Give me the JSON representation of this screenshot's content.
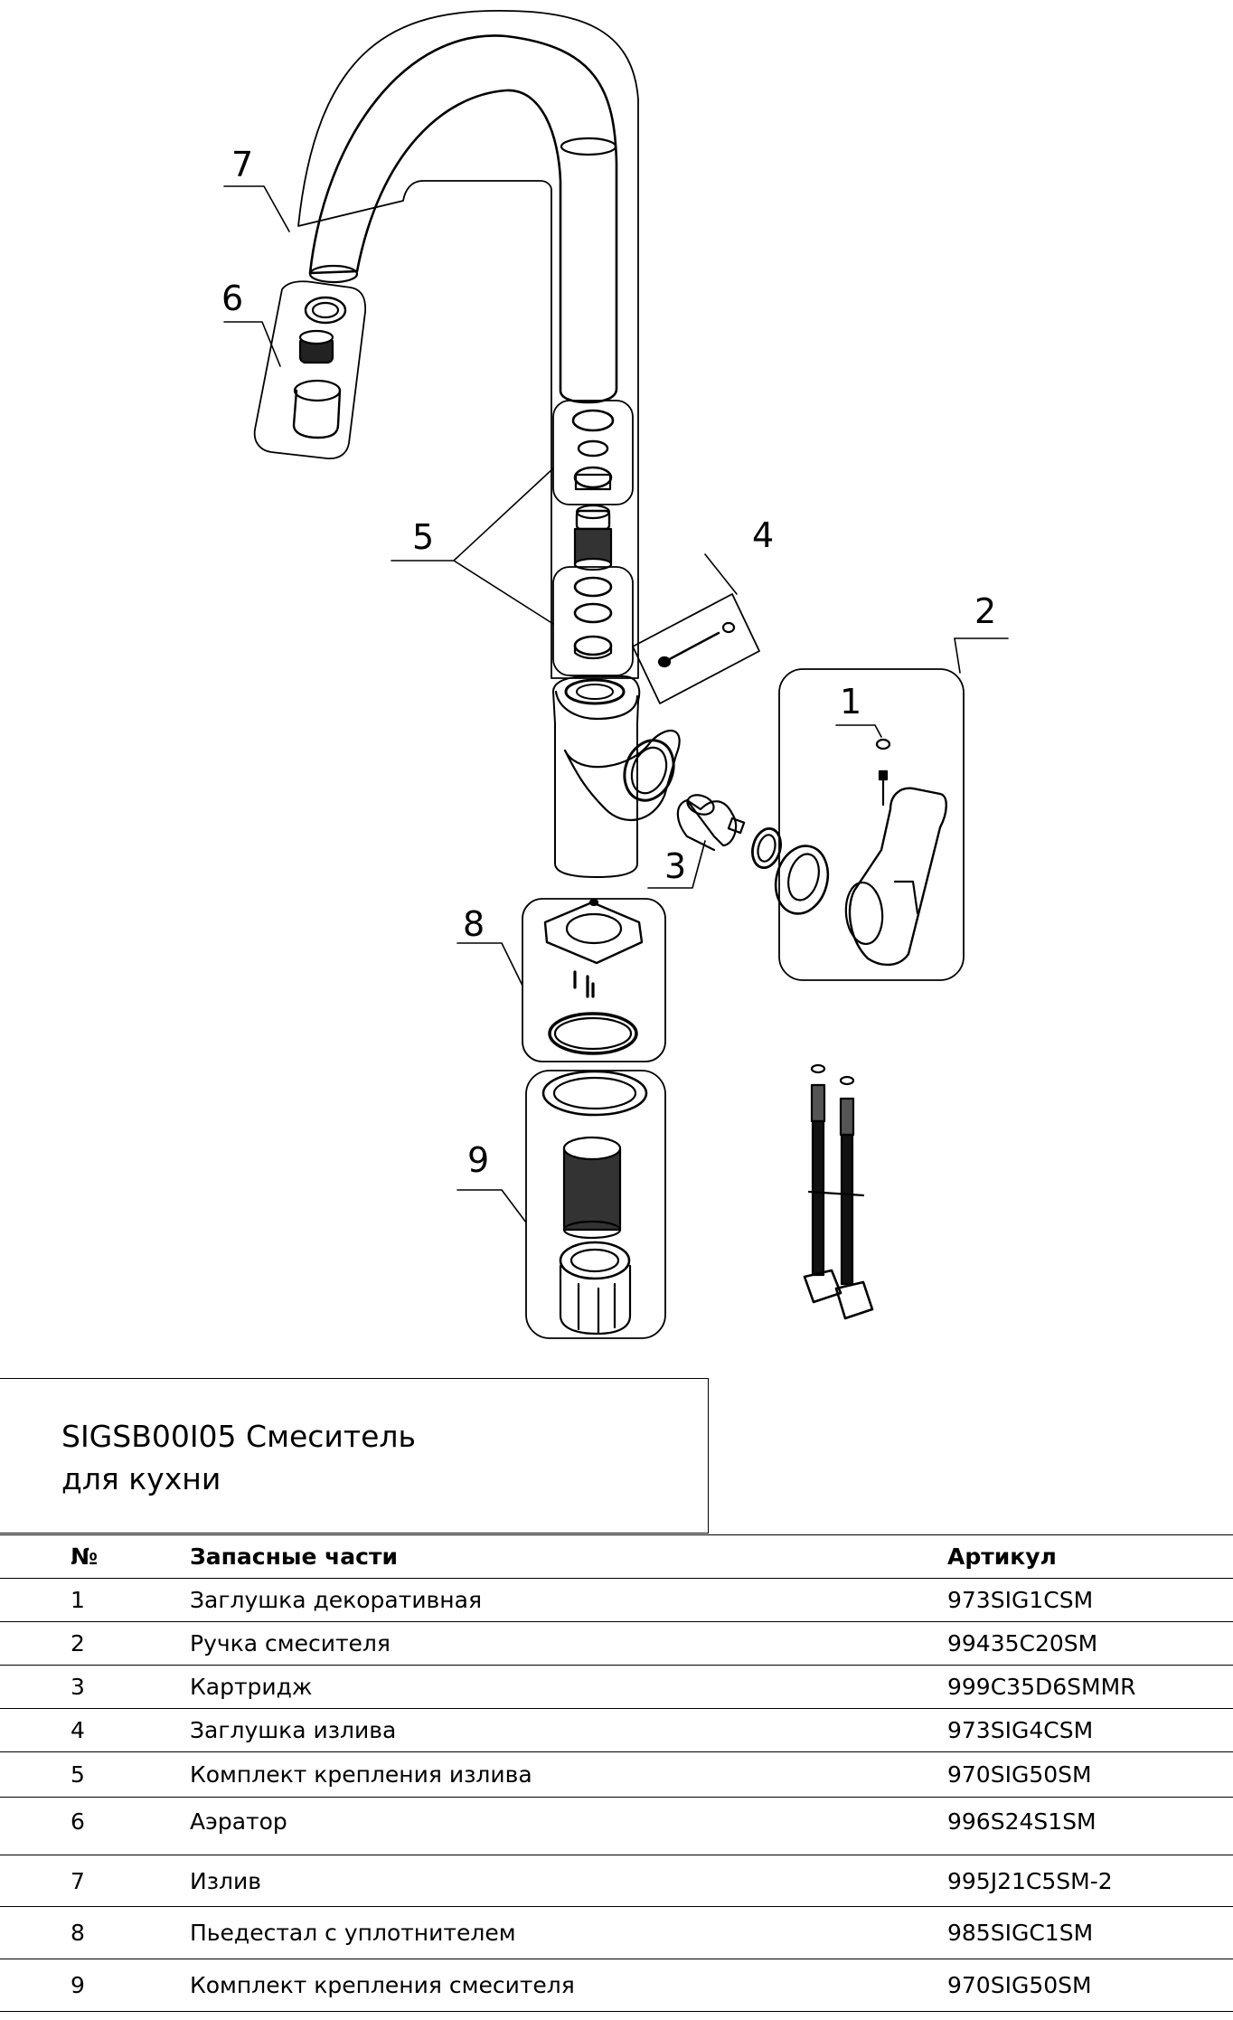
{
  "callouts": [
    "1",
    "2",
    "3",
    "4",
    "5",
    "6",
    "7",
    "8",
    "9"
  ],
  "title_line1": "SIGSB00I05 Смеситель",
  "title_line2": "для кухни",
  "table": {
    "headers": [
      "№",
      "Запасные части",
      "Артикул"
    ],
    "rows": [
      {
        "num": "1",
        "name": "Заглушка декоративная",
        "sku": "973SIG1CSM"
      },
      {
        "num": "2",
        "name": "Ручка смесителя",
        "sku": "99435C20SM"
      },
      {
        "num": "3",
        "name": "Картридж",
        "sku": "999C35D6SMMR"
      },
      {
        "num": "4",
        "name": "Заглушка излива",
        "sku": "973SIG4CSM"
      },
      {
        "num": "5",
        "name": "Комплект крепления излива",
        "sku": "970SIG50SM"
      },
      {
        "num": "6",
        "name": "Аэратор",
        "sku": "996S24S1SM"
      },
      {
        "num": "7",
        "name": "Излив",
        "sku": "995J21C5SM-2"
      },
      {
        "num": "8",
        "name": "Пьедестал с уплотнителем",
        "sku": "985SIGC1SM"
      },
      {
        "num": "9",
        "name": "Комплект крепления смесителя",
        "sku": "970SIG50SM"
      }
    ]
  }
}
